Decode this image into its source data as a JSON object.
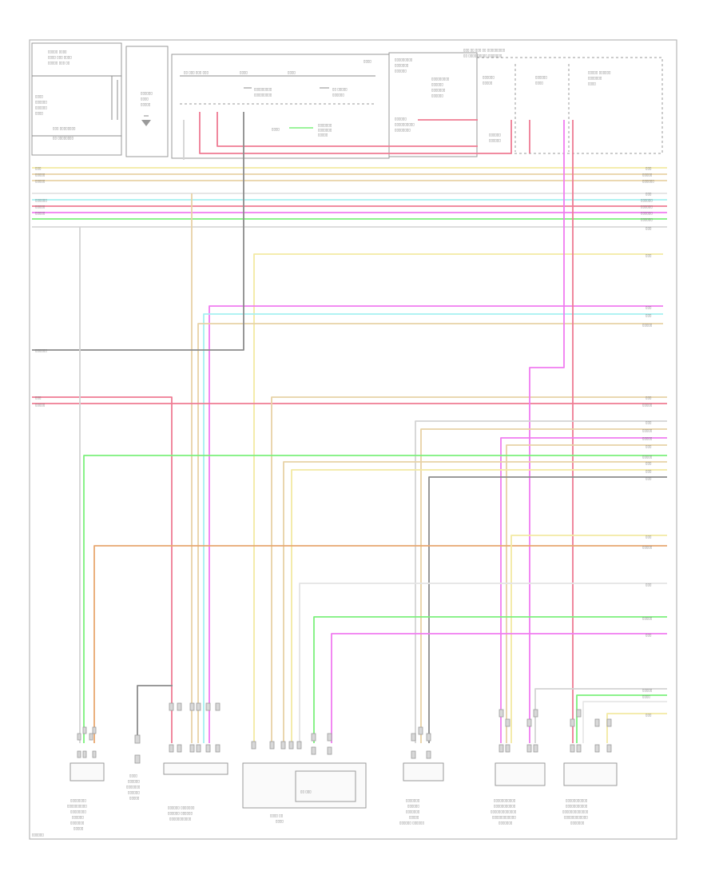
{
  "diagram": {
    "illegible_labels_note": "",
    "colors": {
      "yellow": "#f3e9a2",
      "tan": "#e8d2a6",
      "cyan": "#a6f1f1",
      "red": "#ef7b93",
      "green": "#7cf07c",
      "magenta": "#f07cf0",
      "orange": "#e8a870",
      "dark_gray": "#8c8c8c",
      "light_gray": "#d4d4d4",
      "pink": "#f0a0c0"
    },
    "connectors_bottom": [
      {
        "id": "comp-1",
        "name": "bottom-left-component-connector"
      },
      {
        "id": "comp-2",
        "name": "ground-point-component"
      },
      {
        "id": "comp-3",
        "name": "multi-pin-module-connector"
      },
      {
        "id": "comp-4",
        "name": "large-module-connector"
      },
      {
        "id": "comp-5",
        "name": "sensor-connector"
      },
      {
        "id": "comp-6",
        "name": "right-module-connector-a"
      },
      {
        "id": "comp-7",
        "name": "right-module-connector-b"
      }
    ]
  }
}
